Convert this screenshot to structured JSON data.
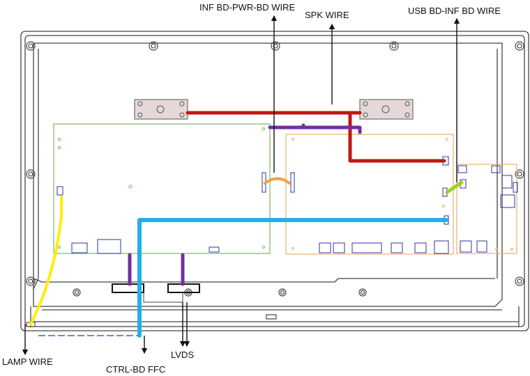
{
  "labels": {
    "inf_pwr_wire": "INF BD-PWR-BD WIRE",
    "spk_wire": "SPK WIRE",
    "usb_inf_wire": "USB BD-INF BD WIRE",
    "lamp_wire": "LAMP WIRE",
    "ctrl_ffc": "CTRL-BD FFC",
    "lvds": "LVDS"
  },
  "colors": {
    "outline": "#444444",
    "inf_board": "#80b070",
    "pwr_board": "#e8b070",
    "usb_board": "#e8b070",
    "components": "#3030a0",
    "speaker_fill": "#e6d8d8",
    "spk_wire": "#c01818",
    "inf_pwr_wire": "#7030a0",
    "orange_wire": "#f0a040",
    "usb_wire": "#a0d020",
    "lamp_wire": "#ffee00",
    "ffc_wire": "#20b0e8",
    "lvds_wire": "#7030a0"
  }
}
